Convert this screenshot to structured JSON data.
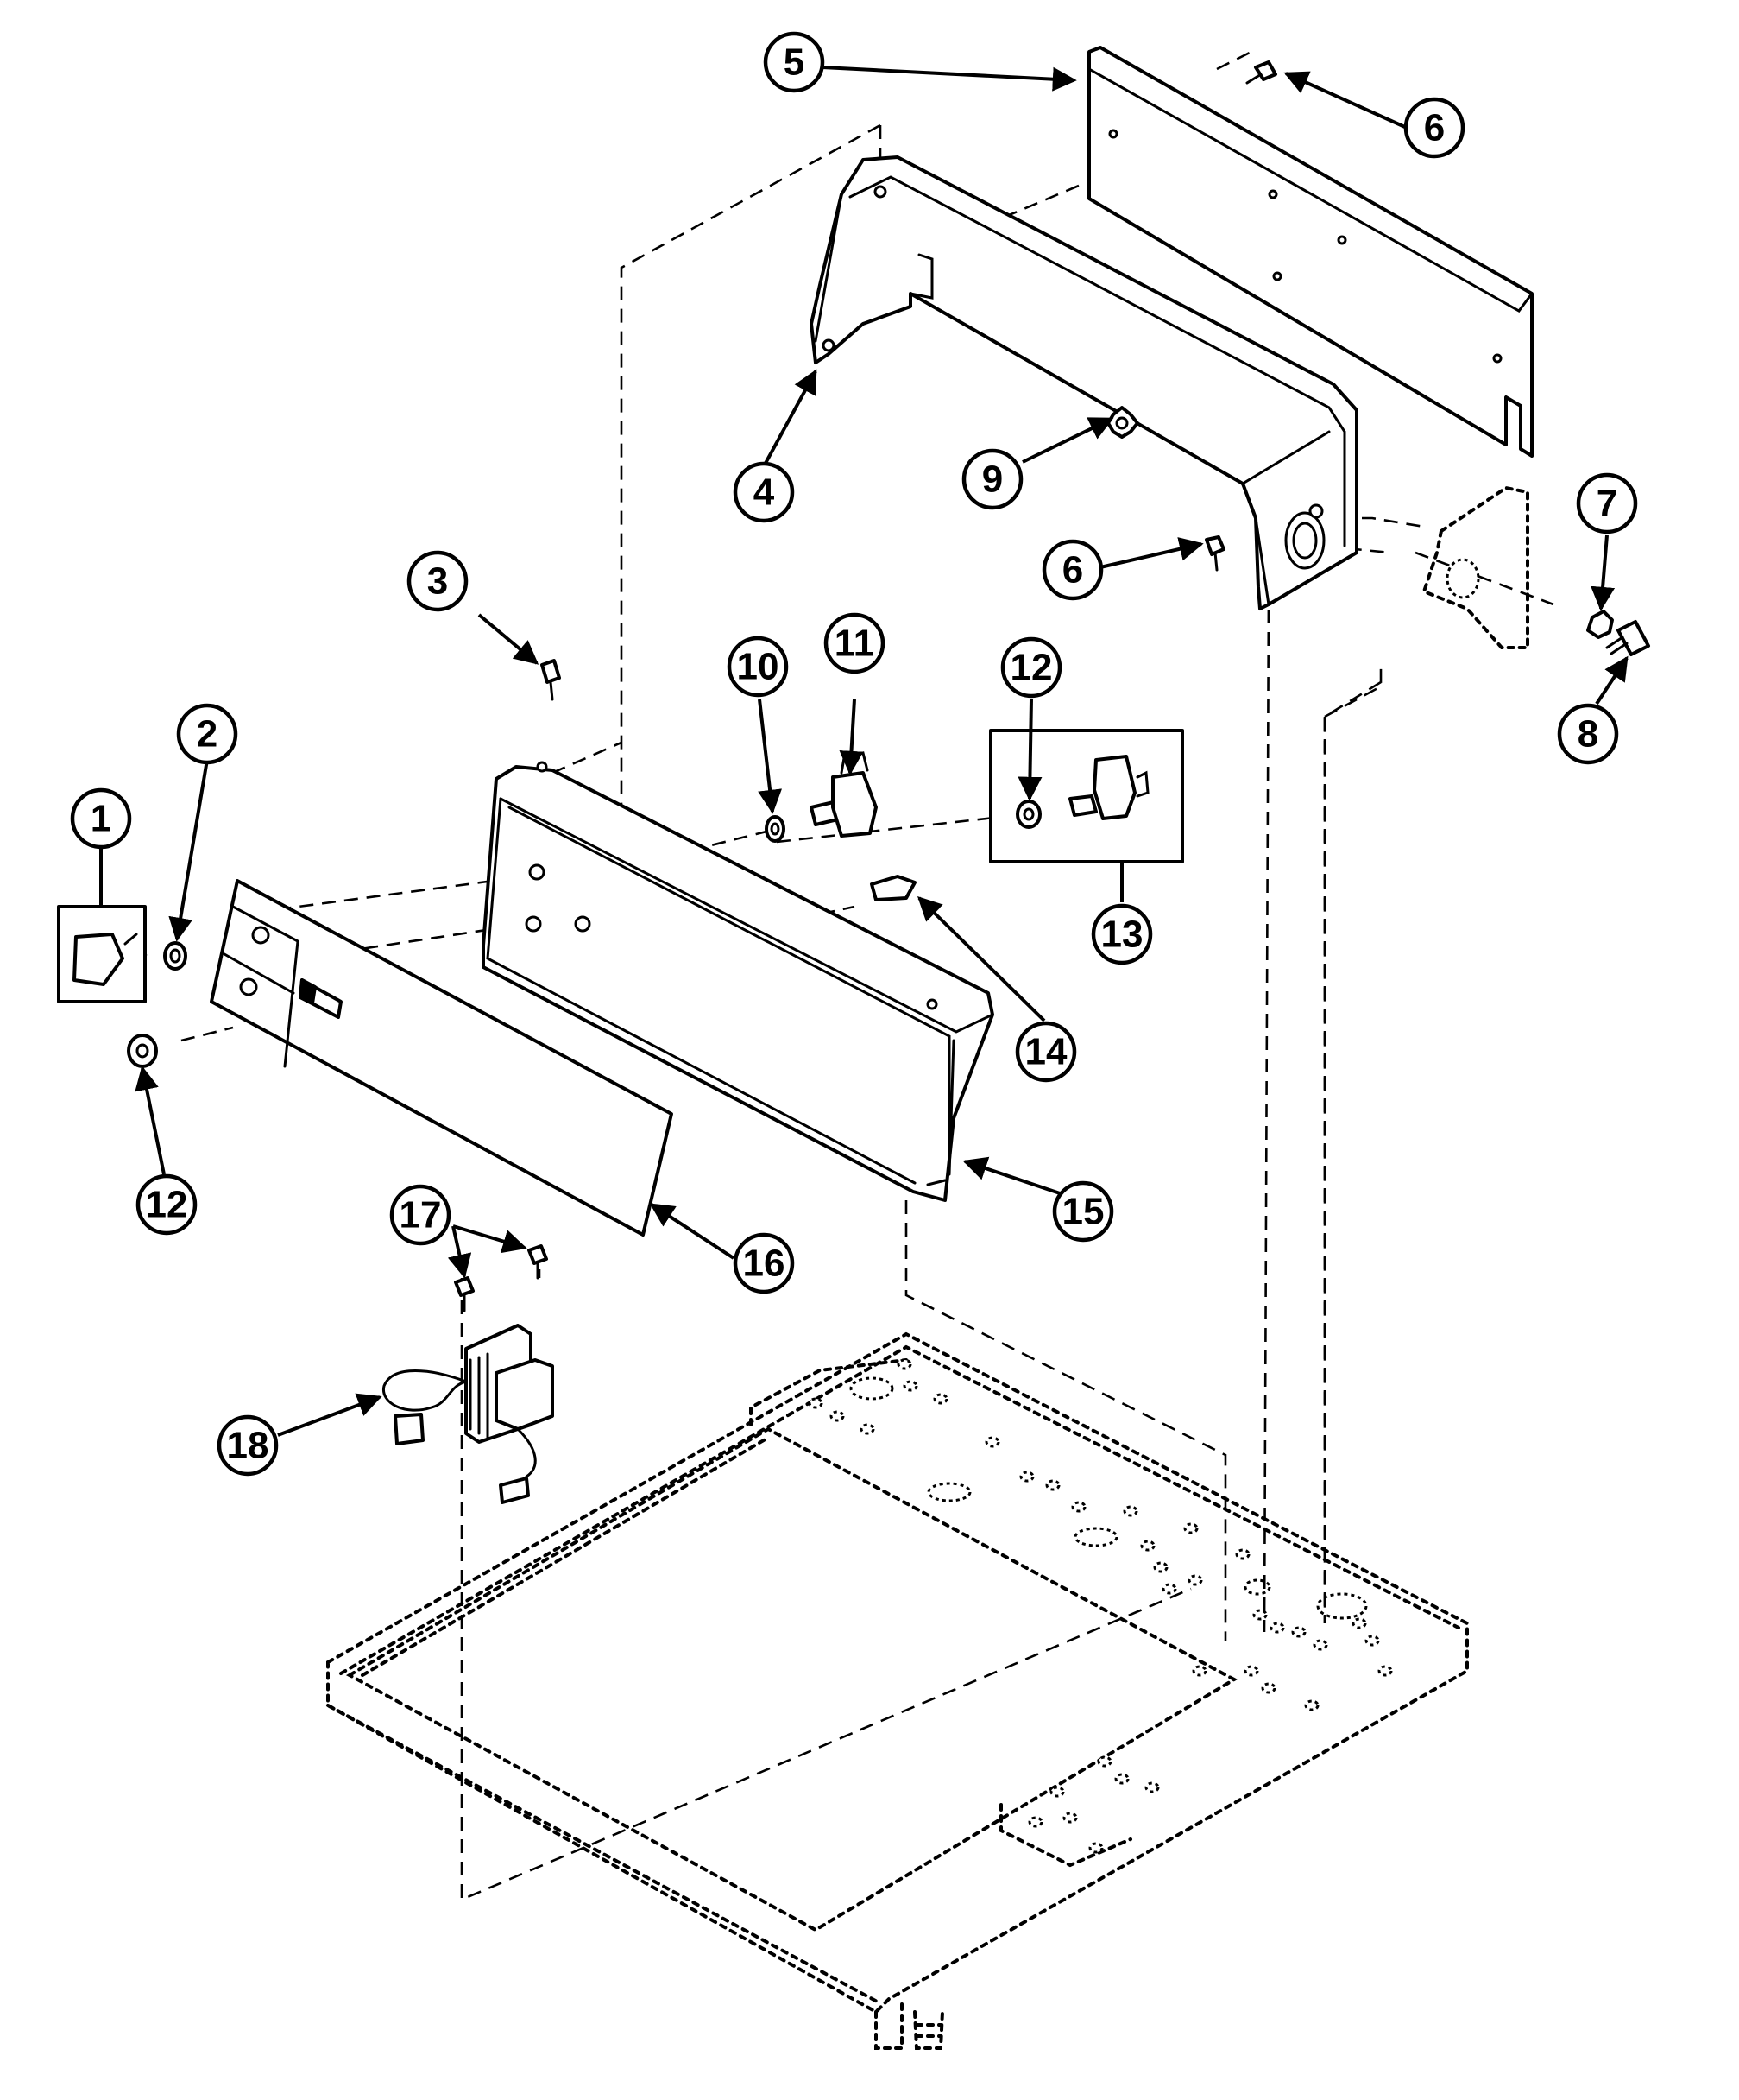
{
  "callouts": [
    {
      "id": "c1",
      "label": "1"
    },
    {
      "id": "c2",
      "label": "2"
    },
    {
      "id": "c3",
      "label": "3"
    },
    {
      "id": "c4",
      "label": "4"
    },
    {
      "id": "c5",
      "label": "5"
    },
    {
      "id": "c6a",
      "label": "6"
    },
    {
      "id": "c6b",
      "label": "6"
    },
    {
      "id": "c7",
      "label": "7"
    },
    {
      "id": "c8",
      "label": "8"
    },
    {
      "id": "c9",
      "label": "9"
    },
    {
      "id": "c10",
      "label": "10"
    },
    {
      "id": "c11",
      "label": "11"
    },
    {
      "id": "c12a",
      "label": "12"
    },
    {
      "id": "c12b",
      "label": "12"
    },
    {
      "id": "c13",
      "label": "13"
    },
    {
      "id": "c14",
      "label": "14"
    },
    {
      "id": "c15",
      "label": "15"
    },
    {
      "id": "c16",
      "label": "16"
    },
    {
      "id": "c17",
      "label": "17"
    },
    {
      "id": "c18",
      "label": "18"
    }
  ],
  "colors": {
    "line": "#000000",
    "background": "#ffffff"
  }
}
